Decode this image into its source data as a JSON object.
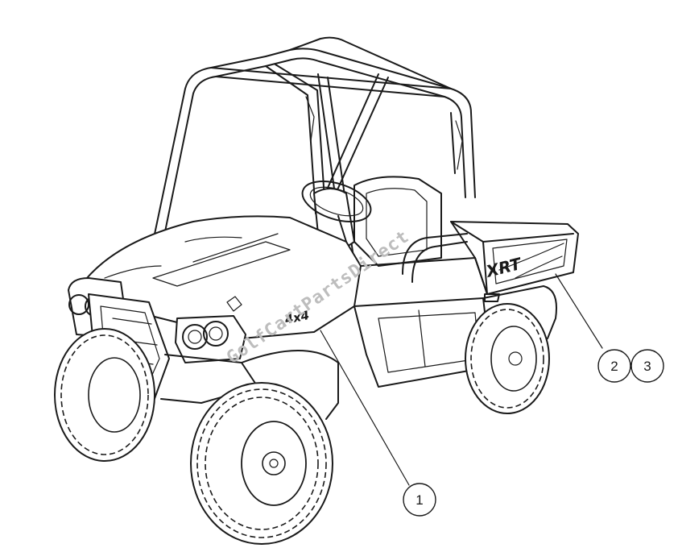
{
  "watermark": "GolfCartPartsDirect",
  "decals": {
    "hood": "4x4",
    "bed": "XRT"
  },
  "callouts": [
    {
      "label": "1"
    },
    {
      "label": "2"
    },
    {
      "label": "3"
    }
  ]
}
